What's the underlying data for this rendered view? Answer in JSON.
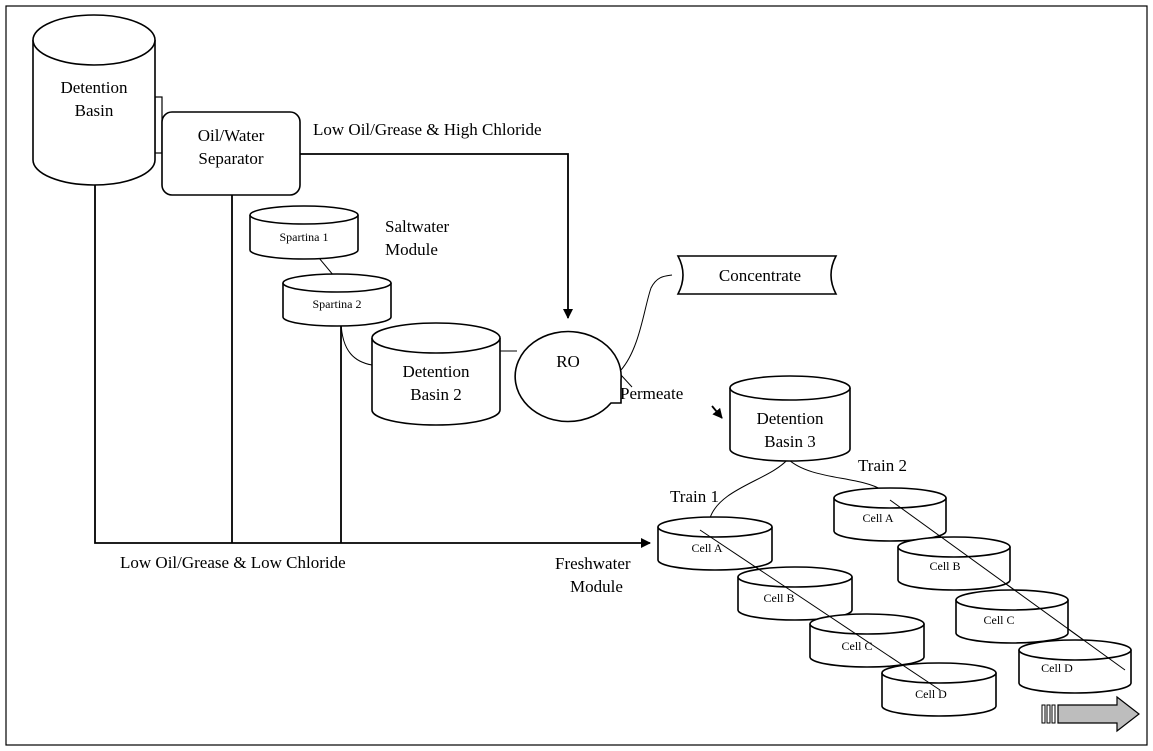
{
  "nodes": {
    "detention_basin_1": {
      "line1": "Detention",
      "line2": "Basin"
    },
    "oil_water_separator": {
      "line1": "Oil/Water",
      "line2": "Separator"
    },
    "spartina_1": {
      "label": "Spartina 1"
    },
    "spartina_2": {
      "label": "Spartina 2"
    },
    "saltwater_module": {
      "line1": "Saltwater",
      "line2": "Module"
    },
    "detention_basin_2": {
      "line1": "Detention",
      "line2": "Basin 2"
    },
    "ro": {
      "label": "RO"
    },
    "concentrate": {
      "label": "Concentrate"
    },
    "permeate": {
      "label": "Permeate"
    },
    "detention_basin_3": {
      "line1": "Detention",
      "line2": "Basin 3"
    },
    "train_1": {
      "label": "Train 1"
    },
    "train_2": {
      "label": "Train 2"
    },
    "freshwater_module": {
      "line1": "Freshwater",
      "line2": "Module"
    },
    "train1_cells": [
      "Cell A",
      "Cell B",
      "Cell C",
      "Cell D"
    ],
    "train2_cells": [
      "Cell A",
      "Cell B",
      "Cell C",
      "Cell D"
    ]
  },
  "flow_labels": {
    "high_chloride": "Low Oil/Grease & High Chloride",
    "low_chloride": "Low Oil/Grease & Low Chloride"
  }
}
